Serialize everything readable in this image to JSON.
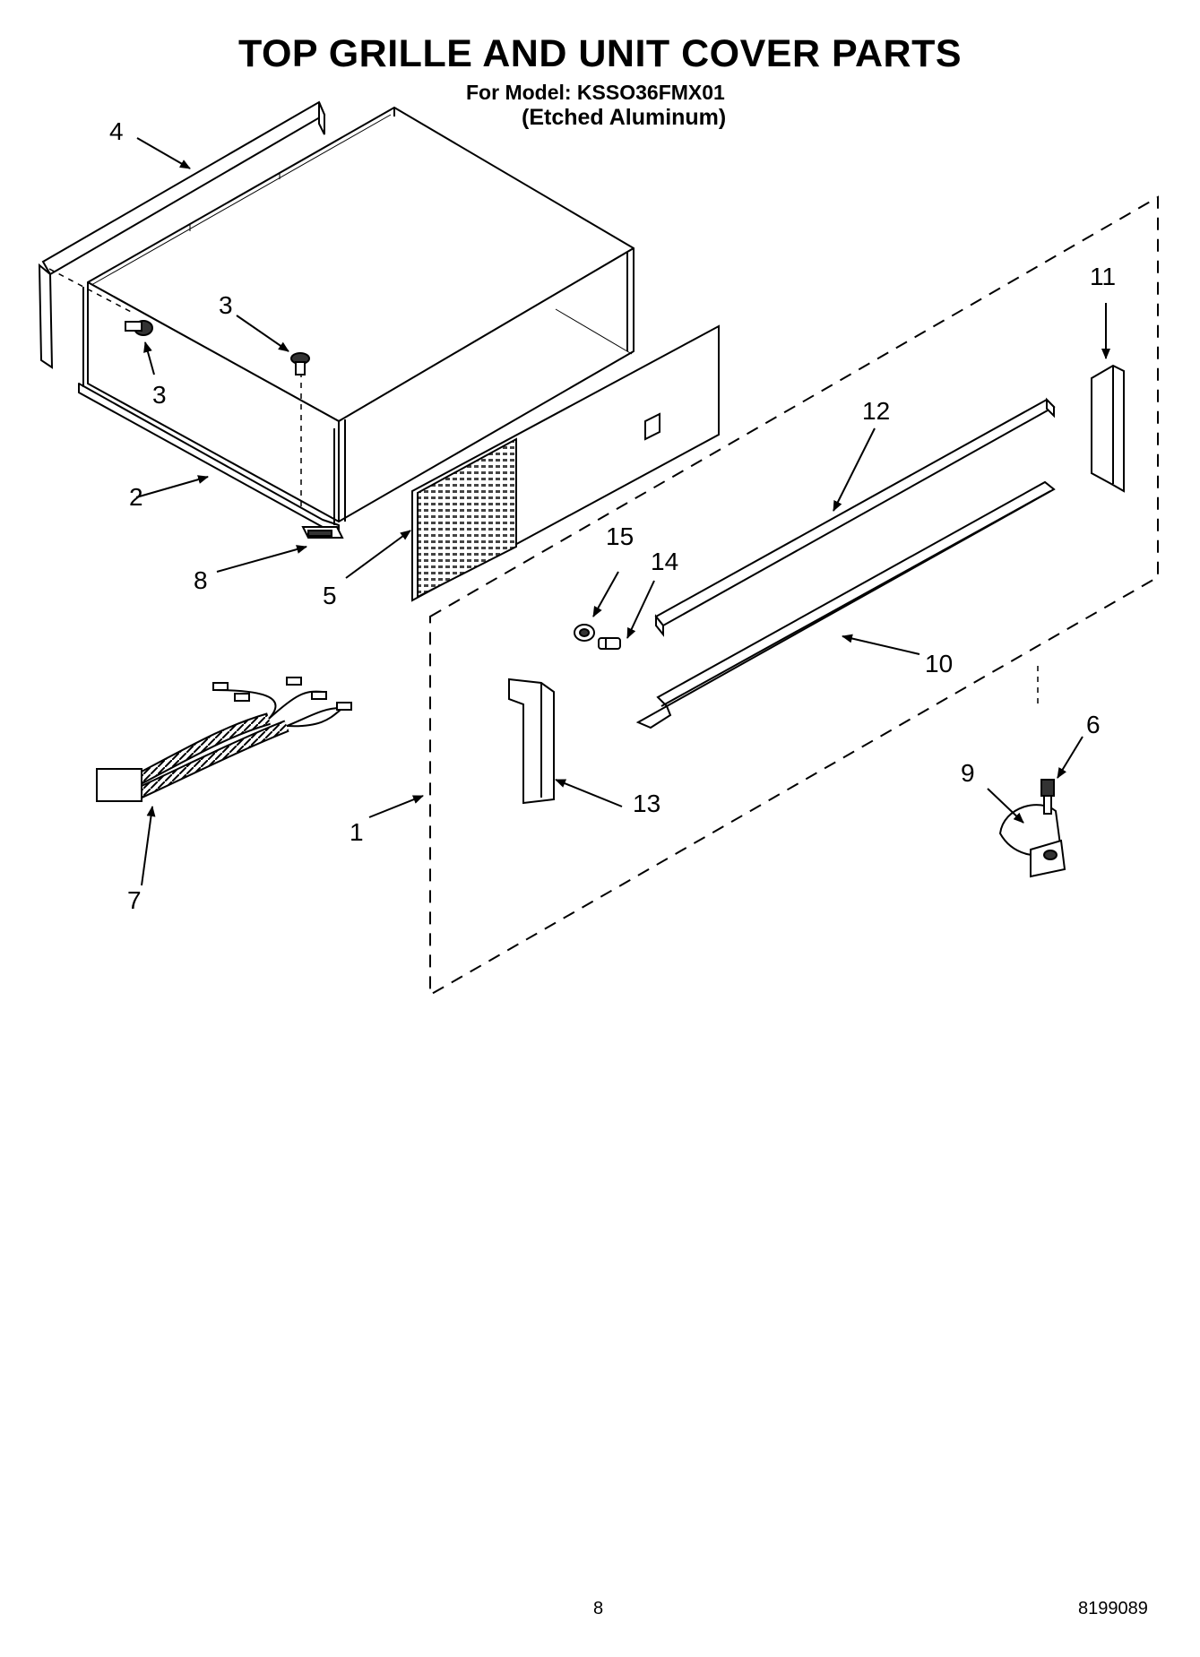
{
  "header": {
    "title": "TOP GRILLE AND UNIT COVER PARTS",
    "model_line": "For Model: KSSO36FMX01",
    "finish": "(Etched Aluminum)"
  },
  "footer": {
    "page_number": "8",
    "document_number": "8199089"
  },
  "callouts": {
    "c1": "1",
    "c2": "2",
    "c3a": "3",
    "c3b": "3",
    "c4": "4",
    "c5": "5",
    "c6": "6",
    "c7": "7",
    "c8": "8",
    "c9": "9",
    "c10": "10",
    "c11": "11",
    "c12": "12",
    "c13": "13",
    "c14": "14",
    "c15": "15"
  }
}
